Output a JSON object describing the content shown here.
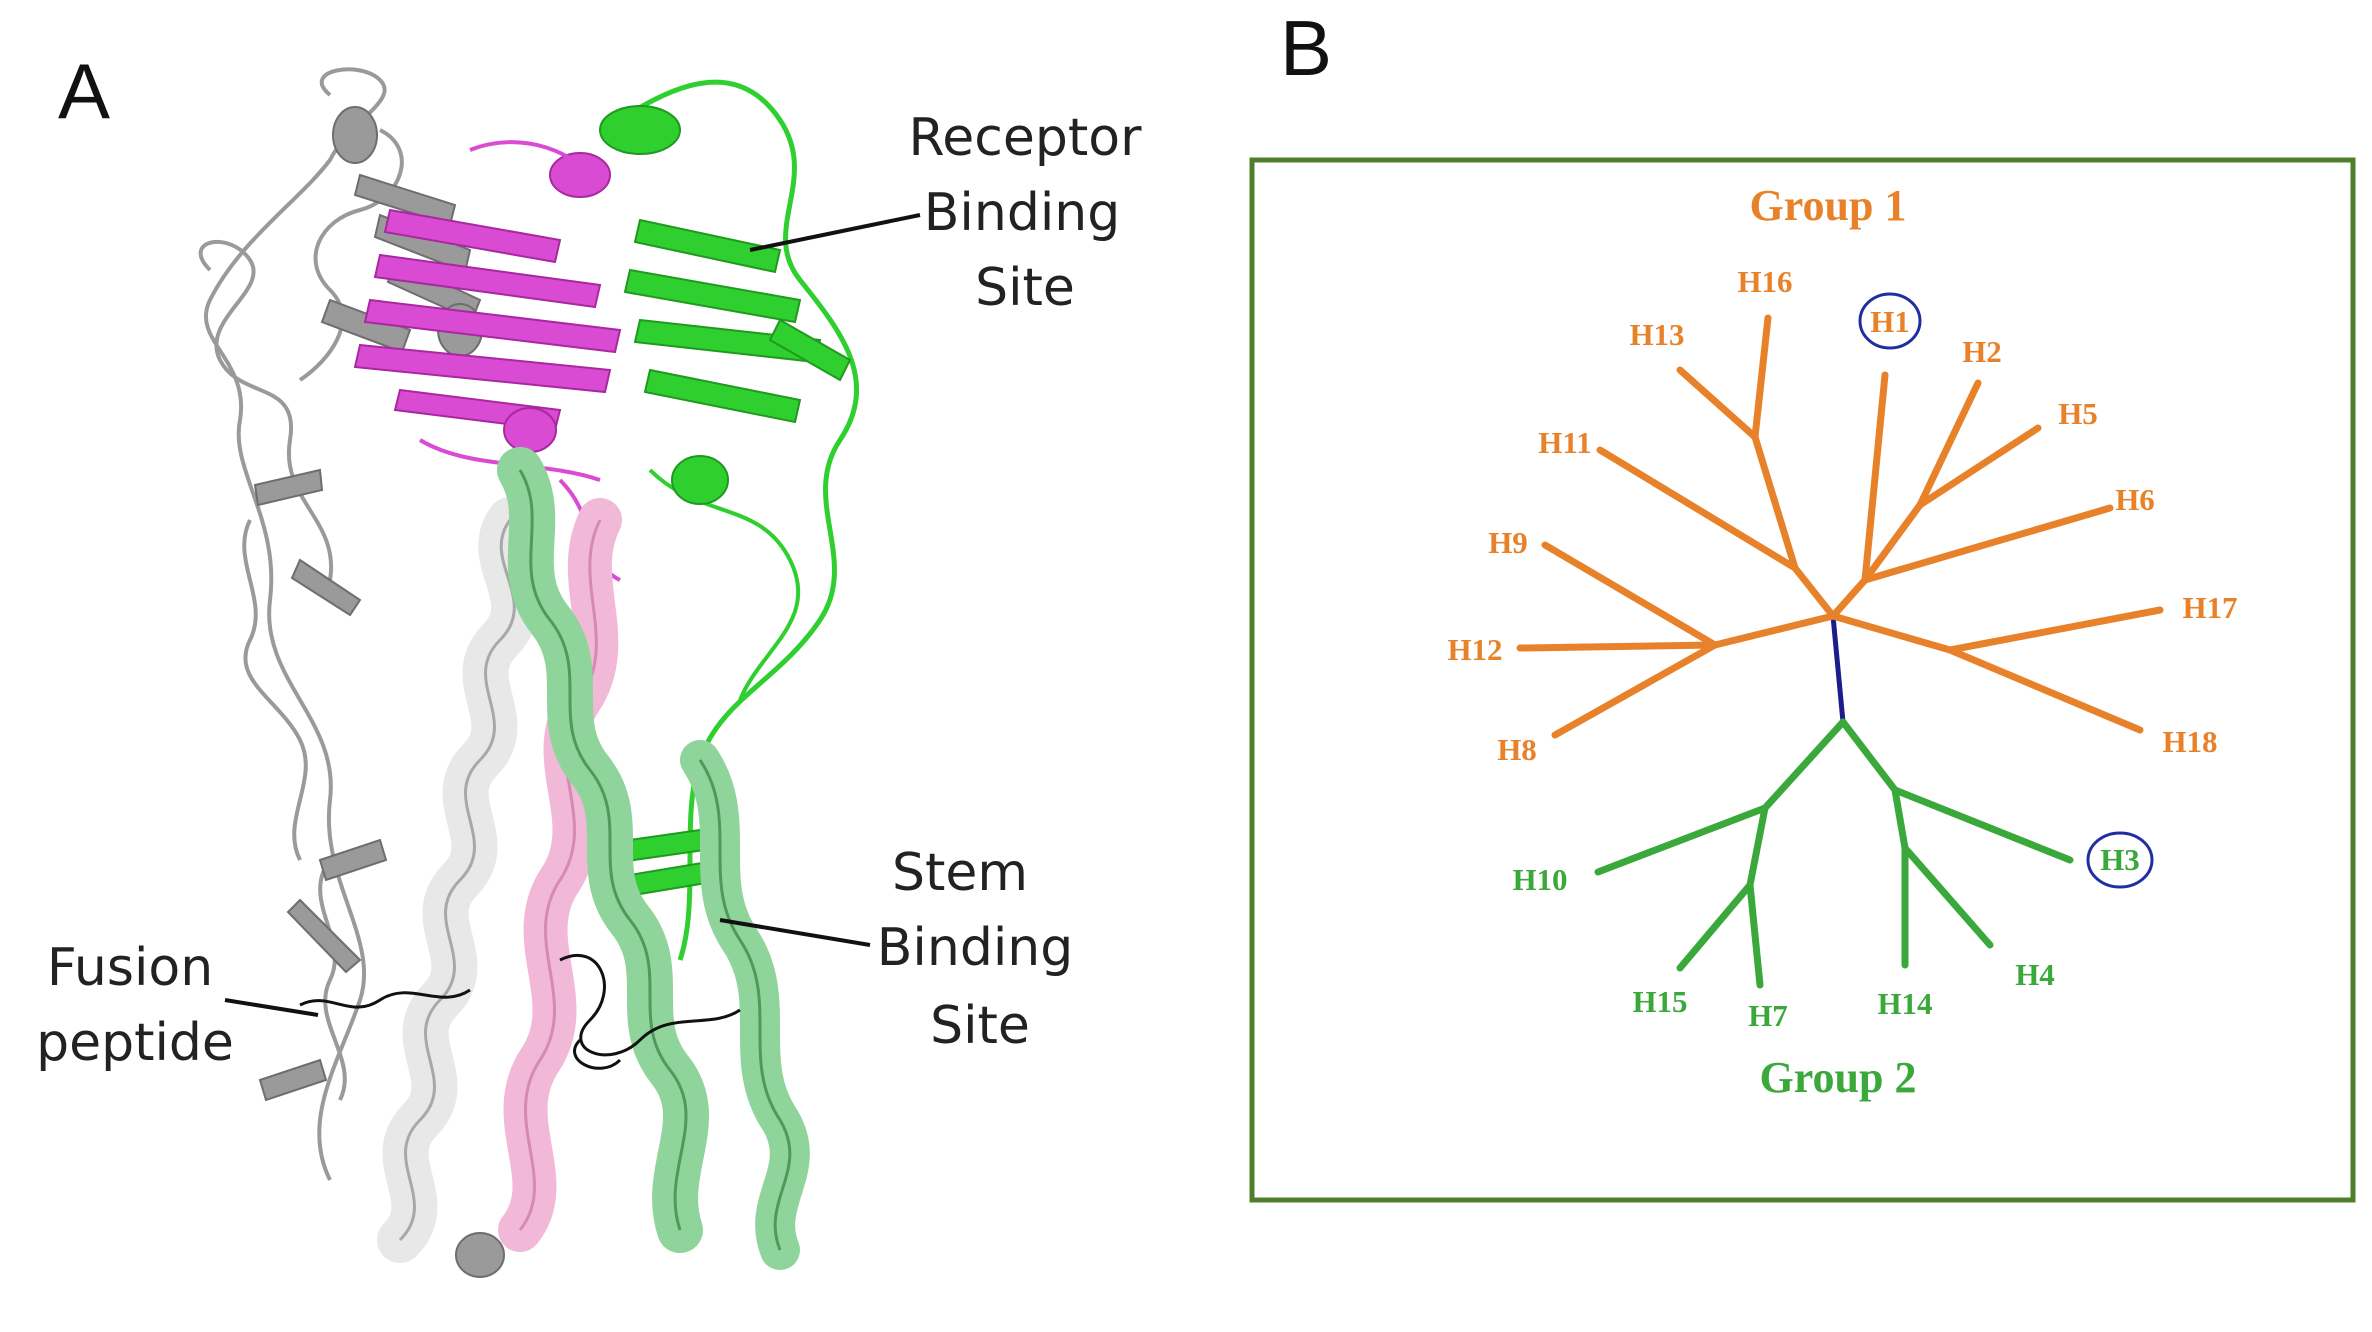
{
  "panel_a": {
    "letter": "A",
    "callouts": {
      "receptor_binding_site": [
        "Receptor",
        "Binding",
        "Site"
      ],
      "stem_binding_site": [
        "Stem",
        "Binding",
        "Site"
      ],
      "fusion_peptide": [
        "Fusion",
        "peptide"
      ]
    },
    "chain_colors": {
      "grey_chain": "#9a9a9a",
      "magenta_chain": "#d94bd2",
      "green_chain": "#2fcf2f",
      "white_helix": "#e8e8e8",
      "pink_helix": "#f2b8d8",
      "pale_green_helix": "#8fd49a",
      "fusion_loop": "#111111"
    }
  },
  "panel_b": {
    "letter": "B",
    "frame_color": "#4f7f2a",
    "group1": {
      "label": "Group 1",
      "color": "#e8822a",
      "subtypes": [
        "H1",
        "H2",
        "H5",
        "H6",
        "H17",
        "H18",
        "H16",
        "H13",
        "H11",
        "H9",
        "H12",
        "H8"
      ]
    },
    "group2": {
      "label": "Group 2",
      "color": "#3aa83a",
      "subtypes": [
        "H3",
        "H4",
        "H14",
        "H7",
        "H15",
        "H10"
      ]
    },
    "root_branch_color": "#1c1c8c",
    "circled_subtypes": [
      "H1",
      "H3"
    ],
    "circle_color": "#1f2fa0"
  }
}
